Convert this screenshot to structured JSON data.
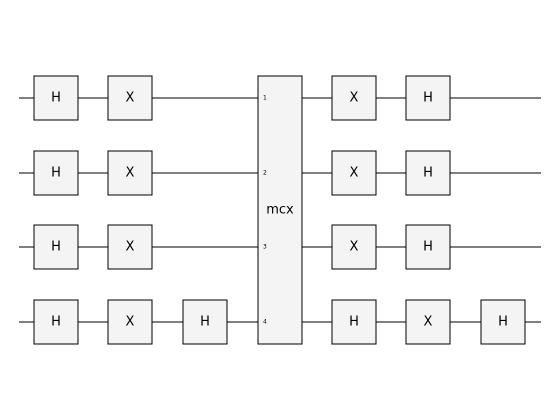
{
  "diagram": {
    "qubits": 4,
    "colors": {
      "gate_fill": "#f4f4f4",
      "stroke": "#000000",
      "background": "#ffffff"
    },
    "gates_before": [
      [
        "H",
        "X"
      ],
      [
        "H",
        "X"
      ],
      [
        "H",
        "X"
      ],
      [
        "H",
        "X",
        "H"
      ]
    ],
    "multi_gate": {
      "label": "mcx",
      "ports": [
        "1",
        "2",
        "3",
        "4"
      ]
    },
    "gates_after": [
      [
        "X",
        "H"
      ],
      [
        "X",
        "H"
      ],
      [
        "X",
        "H"
      ],
      [
        "H",
        "X",
        "H"
      ]
    ]
  }
}
